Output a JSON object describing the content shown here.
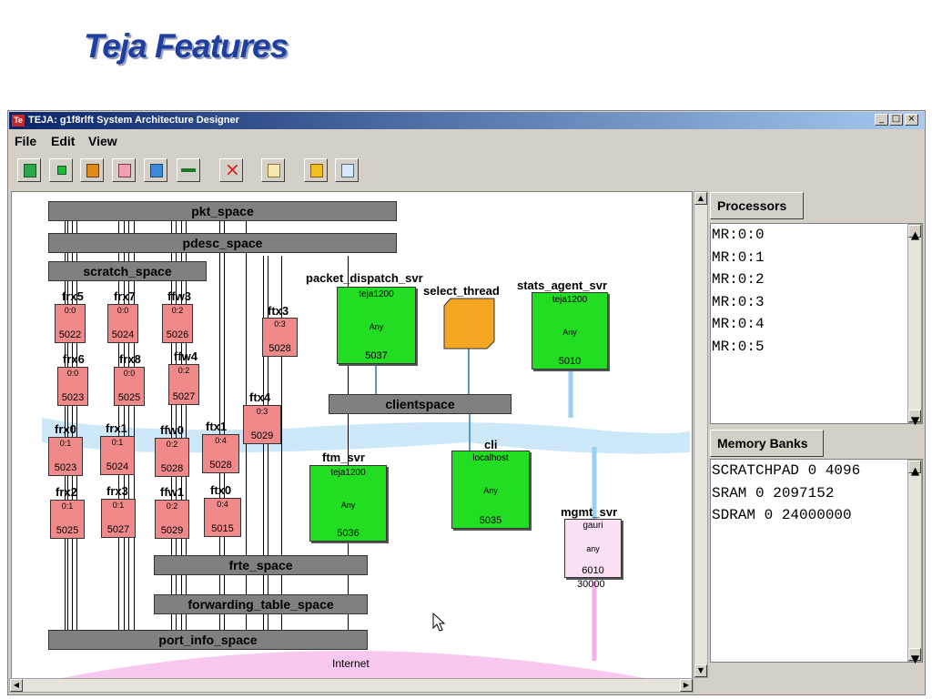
{
  "slide_title": "Teja Features",
  "window": {
    "title": "TEJA: g1f8rlft System Architecture Designer",
    "logo": "Te",
    "controls": [
      "_",
      "□",
      "×"
    ]
  },
  "menu": [
    "File",
    "Edit",
    "View"
  ],
  "toolbar": {
    "buttons": [
      {
        "name": "add-processor-button",
        "icon": "processor-icon"
      },
      {
        "name": "add-memory-button",
        "icon": "memory-icon"
      },
      {
        "name": "add-thread-button",
        "icon": "thread-icon"
      },
      {
        "name": "add-host-button",
        "icon": "host-icon"
      },
      {
        "name": "add-network-button",
        "icon": "network-icon"
      },
      {
        "name": "add-link-button",
        "icon": "link-icon"
      },
      {
        "name": "delete-button",
        "icon": "delete-icon"
      },
      {
        "name": "edit-button",
        "icon": "edit-icon"
      },
      {
        "name": "properties-button",
        "icon": "properties-icon"
      },
      {
        "name": "view-button",
        "icon": "view-icon"
      }
    ]
  },
  "spaces": {
    "pkt_space": "pkt_space",
    "pdesc_space": "pdesc_space",
    "scratch_space": "scratch_space",
    "clientspace": "clientspace",
    "frte_space": "frte_space",
    "forwarding_table_space": "forwarding_table_space",
    "port_info_space": "port_info_space"
  },
  "pnodes": [
    {
      "id": "frx5",
      "label": "frx5",
      "thread": "0:0",
      "port": "5022"
    },
    {
      "id": "frx7",
      "label": "frx7",
      "thread": "0:0",
      "port": "5024"
    },
    {
      "id": "ffw3",
      "label": "ffw3",
      "thread": "0:2",
      "port": "5026"
    },
    {
      "id": "frx6",
      "label": "frx6",
      "thread": "0:0",
      "port": "5023"
    },
    {
      "id": "frx8",
      "label": "frx8",
      "thread": "0:0",
      "port": "5025"
    },
    {
      "id": "ffw4",
      "label": "ffw4",
      "thread": "0:2",
      "port": "5027"
    },
    {
      "id": "ftx3",
      "label": "ftx3",
      "thread": "0:3",
      "port": "5028"
    },
    {
      "id": "ftx4",
      "label": "ftx4",
      "thread": "0:3",
      "port": "5029"
    },
    {
      "id": "frx0",
      "label": "frx0",
      "thread": "0:1",
      "port": "5023"
    },
    {
      "id": "frx1",
      "label": "frx1",
      "thread": "0:1",
      "port": "5024"
    },
    {
      "id": "ffw0",
      "label": "ffw0",
      "thread": "0:2",
      "port": "5028"
    },
    {
      "id": "ftx1",
      "label": "ftx1",
      "thread": "0:4",
      "port": "5028"
    },
    {
      "id": "frx2",
      "label": "frx2",
      "thread": "0:1",
      "port": "5025"
    },
    {
      "id": "frx3",
      "label": "frx3",
      "thread": "0:1",
      "port": "5027"
    },
    {
      "id": "ffw1",
      "label": "ffw1",
      "thread": "0:2",
      "port": "5029"
    },
    {
      "id": "ftx0",
      "label": "ftx0",
      "thread": "0:4",
      "port": "5015"
    }
  ],
  "servers": {
    "packet_dispatch_svr": {
      "label": "packet_dispatch_svr",
      "host": "teja1200",
      "proc": "Any",
      "port": "5037"
    },
    "select_thread": {
      "label": "select_thread"
    },
    "stats_agent_svr": {
      "label": "stats_agent_svr",
      "host": "teja1200",
      "proc": "Any",
      "port": "5010"
    },
    "ftm_svr": {
      "label": "ftm_svr",
      "host": "teja1200",
      "proc": "Any",
      "port": "5036"
    },
    "cli": {
      "label": "cli",
      "host": "localhost",
      "proc": "Any",
      "port": "5035"
    },
    "mgmt_svr": {
      "label": "mgmt_svr",
      "host": "gauri",
      "proc": "any",
      "port": "6010",
      "extra": "30000"
    }
  },
  "network_label": "Internet",
  "processors": {
    "tab": "Processors",
    "items": [
      "MR:0:0",
      "MR:0:1",
      "MR:0:2",
      "MR:0:3",
      "MR:0:4",
      "MR:0:5"
    ]
  },
  "memory_banks": {
    "tab": "Memory Banks",
    "items": [
      "SCRATCHPAD 0 4096",
      "SRAM 0 2097152",
      "SDRAM 0 24000000"
    ]
  },
  "colors": {
    "title_blue": "#1f3fa0",
    "node_pink": "#f08a8a",
    "node_green": "#22dd22",
    "node_orange": "#f5a623",
    "bus_blue": "#cde8f8",
    "internet_pink": "#f8c8f0"
  }
}
